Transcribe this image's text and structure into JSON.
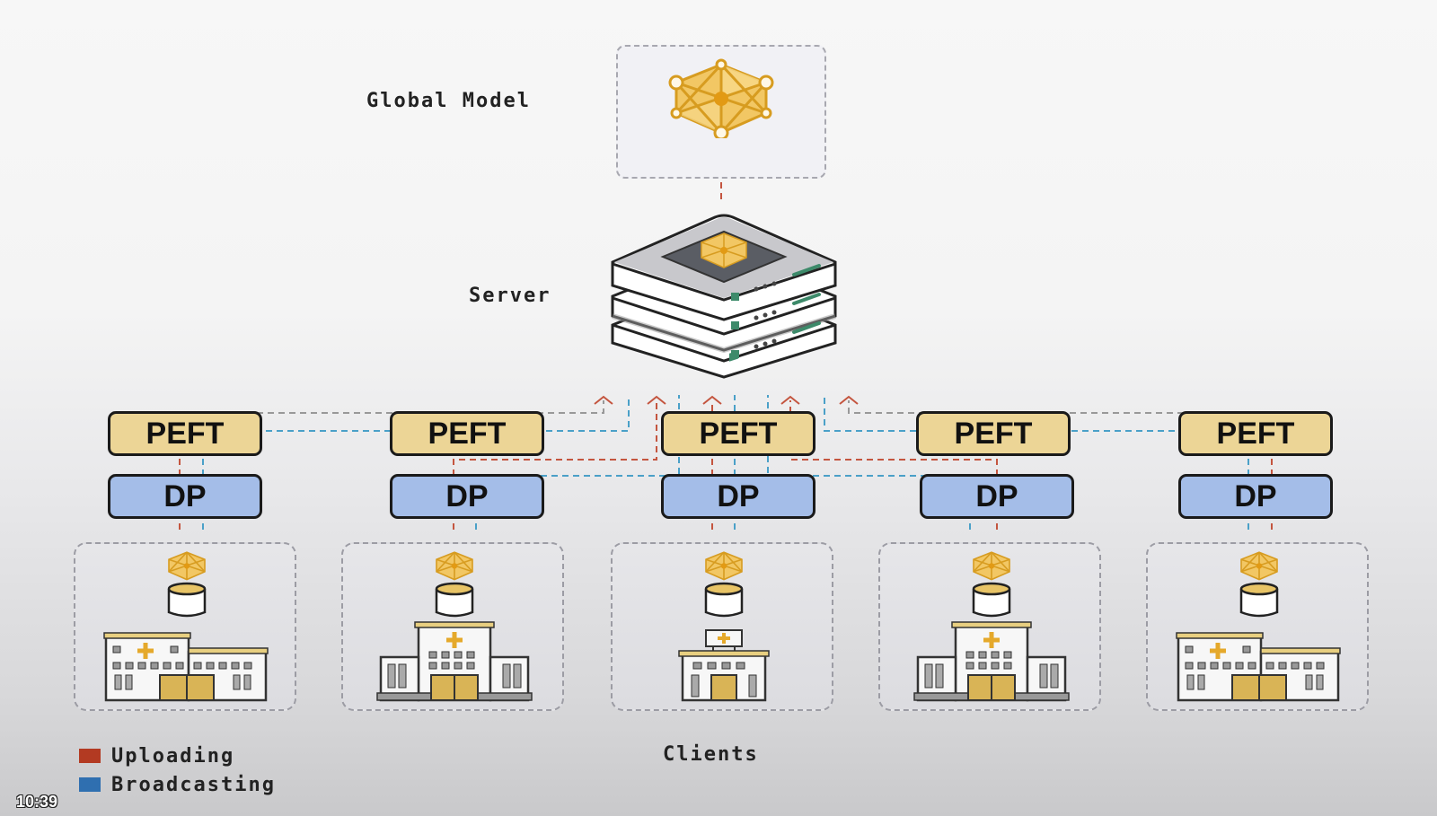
{
  "labels": {
    "global_model": "Global Model",
    "server": "Server",
    "clients": "Clients"
  },
  "colors": {
    "uploading": "#b33a22",
    "broadcasting": "#2f6fb0",
    "upload_line": "#c4553f",
    "broadcast_line": "#4aa0c8",
    "peft_fill": "#ecd596",
    "dp_fill": "#a4bde8",
    "model_gold": "#e5a92b"
  },
  "legend": [
    {
      "label": "Uploading",
      "color": "#b33a22"
    },
    {
      "label": "Broadcasting",
      "color": "#2f6fb0"
    }
  ],
  "clients": [
    {
      "peft_label": "PEFT",
      "dp_label": "DP",
      "building": "wide-hospital"
    },
    {
      "peft_label": "PEFT",
      "dp_label": "DP",
      "building": "tall-hospital"
    },
    {
      "peft_label": "PEFT",
      "dp_label": "DP",
      "building": "clinic"
    },
    {
      "peft_label": "PEFT",
      "dp_label": "DP",
      "building": "tall-hospital"
    },
    {
      "peft_label": "PEFT",
      "dp_label": "DP",
      "building": "wide-hospital"
    }
  ],
  "timestamp": "10:39"
}
